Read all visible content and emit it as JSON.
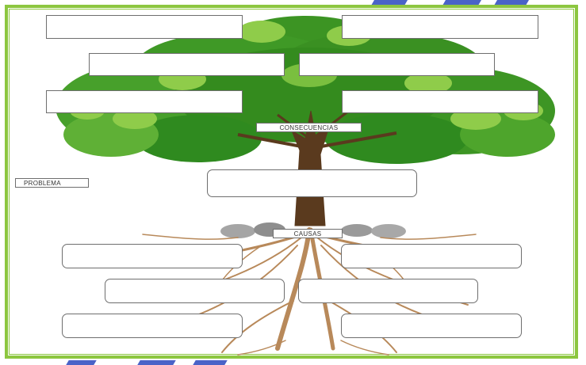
{
  "labels": {
    "consequences": "CONSECUENCIAS",
    "problem": "PROBLEMA",
    "causes": "CAUSAS"
  },
  "boxes": {
    "consequences": [
      "",
      "",
      "",
      "",
      "",
      ""
    ],
    "problem": "",
    "causes": [
      "",
      "",
      "",
      "",
      "",
      ""
    ]
  },
  "colors": {
    "frame_green": "#8cc63f",
    "accent_blue": "#4a63c8",
    "foliage_dark": "#2f8a1f",
    "foliage_mid": "#4ea52c",
    "foliage_light": "#8fcc4a",
    "trunk": "#5a3a1e",
    "roots": "#b8895a",
    "rocks": "#9a9a9a"
  },
  "icons": [
    "tree-illustration"
  ]
}
